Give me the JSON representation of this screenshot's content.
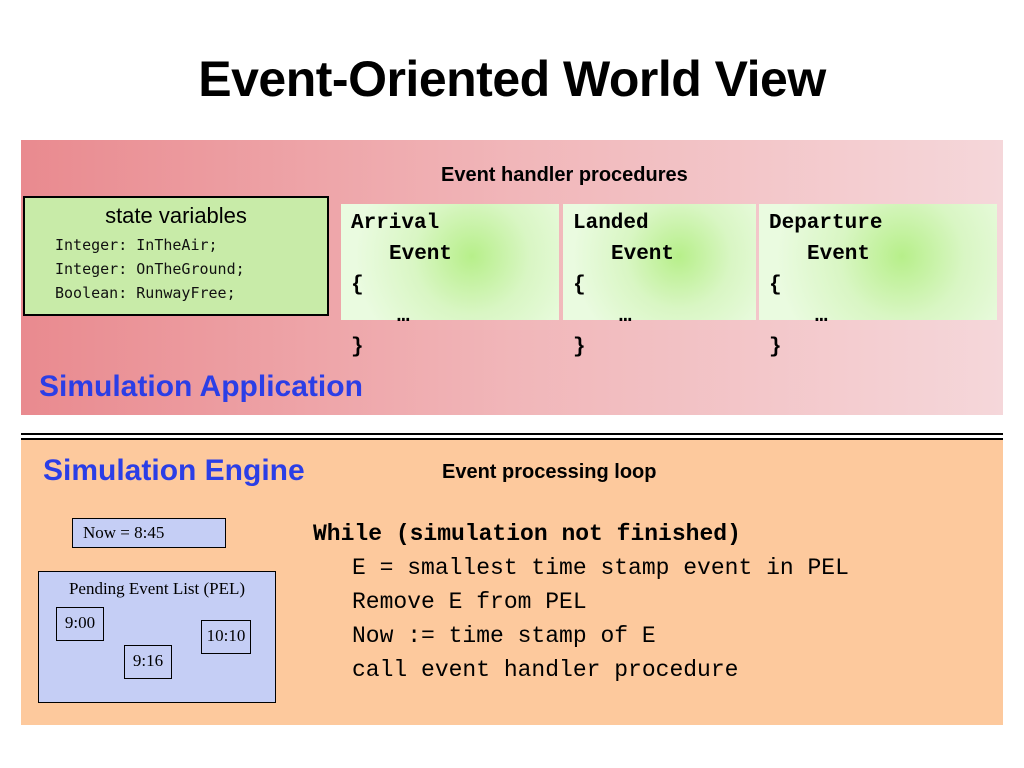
{
  "slide": {
    "title": "Event-Oriented World View"
  },
  "application": {
    "label": "Simulation Application",
    "handlers_title": "Event handler procedures",
    "state_variables": {
      "title": "state variables",
      "lines": [
        "Integer: InTheAir;",
        "Integer: OnTheGround;",
        "Boolean: RunwayFree;"
      ]
    },
    "handlers": [
      {
        "line1": "Arrival",
        "line2": "Event",
        "open": "{",
        "body": "…",
        "close": "}"
      },
      {
        "line1": "Landed",
        "line2": "Event",
        "open": "{",
        "body": "…",
        "close": "}"
      },
      {
        "line1": "Departure",
        "line2": "Event",
        "open": "{",
        "body": "…",
        "close": "}"
      }
    ]
  },
  "engine": {
    "label": "Simulation Engine",
    "loop_title": "Event processing loop",
    "now": "Now = 8:45",
    "pel": {
      "title": "Pending Event List (PEL)",
      "items": [
        "9:00",
        "9:16",
        "10:10"
      ]
    },
    "loop_lines": [
      "While (simulation not finished)",
      "E = smallest time stamp event in PEL",
      "Remove E from PEL",
      "Now := time stamp of E",
      "call event handler procedure"
    ]
  },
  "colors": {
    "accent_blue": "#2b3ee6",
    "app_panel": "#f1b6b9",
    "engine_panel": "#fdc99d",
    "state_box": "#c8eba8",
    "pel_box": "#c5cef5"
  }
}
